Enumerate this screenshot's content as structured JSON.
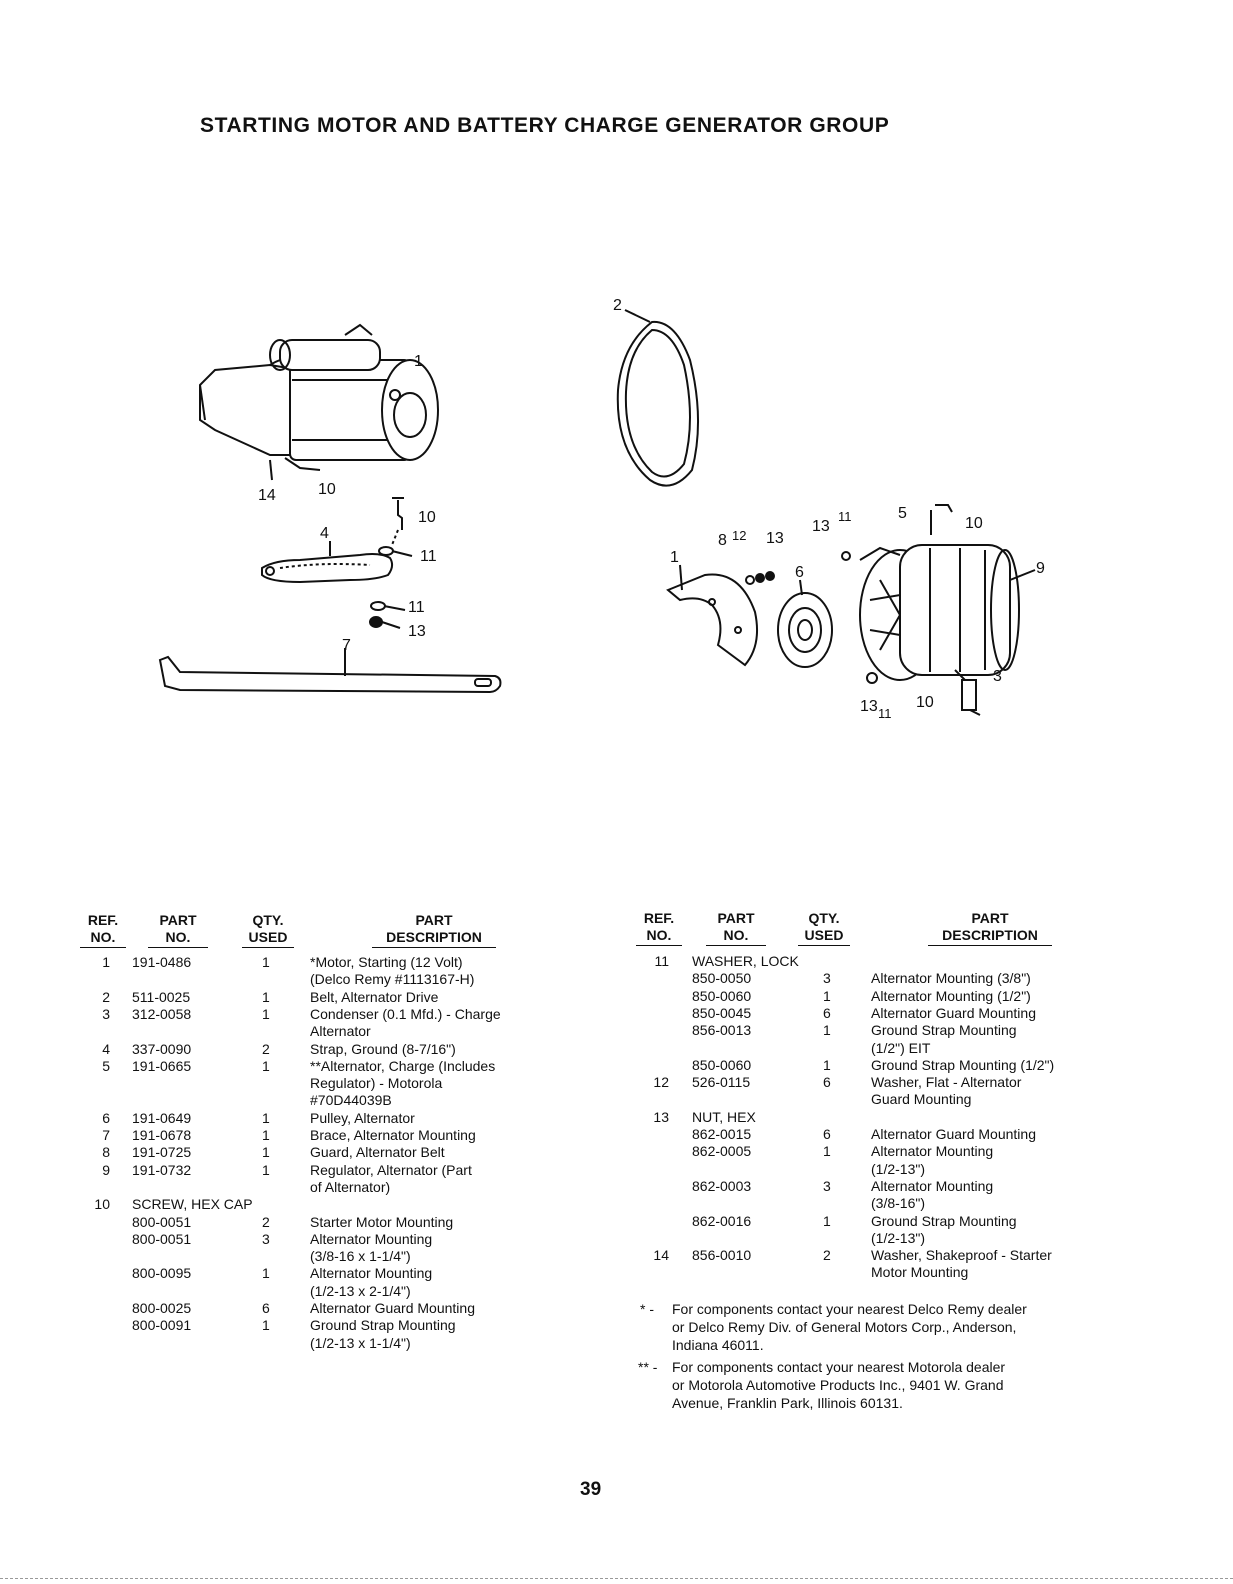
{
  "title": "STARTING MOTOR AND BATTERY CHARGE GENERATOR GROUP",
  "page_number": "39",
  "figure": {
    "callouts_left": [
      "1",
      "14",
      "10",
      "10",
      "4",
      "11",
      "11",
      "13",
      "7"
    ],
    "callouts_right": [
      "2",
      "8",
      "12",
      "13",
      "13",
      "11",
      "5",
      "10",
      "9",
      "1",
      "6",
      "3",
      "13",
      "11",
      "10"
    ]
  },
  "headers": {
    "ref": [
      "REF.",
      "NO."
    ],
    "part": [
      "PART",
      "NO."
    ],
    "qty": [
      "QTY.",
      "USED"
    ],
    "desc": [
      "PART",
      "DESCRIPTION"
    ]
  },
  "left_rows": [
    {
      "ref": "1",
      "part": "191-0486",
      "qty": "1",
      "desc": "*Motor, Starting (12 Volt)"
    },
    {
      "ref": "",
      "part": "",
      "qty": "",
      "desc": "   (Delco Remy #1113167-H)"
    },
    {
      "ref": "2",
      "part": "511-0025",
      "qty": "1",
      "desc": "Belt, Alternator Drive"
    },
    {
      "ref": "3",
      "part": "312-0058",
      "qty": "1",
      "desc": "Condenser (0.1 Mfd.) - Charge"
    },
    {
      "ref": "",
      "part": "",
      "qty": "",
      "desc": "   Alternator"
    },
    {
      "ref": "4",
      "part": "337-0090",
      "qty": "2",
      "desc": "Strap, Ground (8-7/16\")"
    },
    {
      "ref": "5",
      "part": "191-0665",
      "qty": "1",
      "desc": "**Alternator, Charge (Includes"
    },
    {
      "ref": "",
      "part": "",
      "qty": "",
      "desc": "   Regulator) - Motorola"
    },
    {
      "ref": "",
      "part": "",
      "qty": "",
      "desc": "   #70D44039B"
    },
    {
      "ref": "6",
      "part": "191-0649",
      "qty": "1",
      "desc": "Pulley, Alternator"
    },
    {
      "ref": "7",
      "part": "191-0678",
      "qty": "1",
      "desc": "Brace, Alternator Mounting"
    },
    {
      "ref": "8",
      "part": "191-0725",
      "qty": "1",
      "desc": "Guard, Alternator Belt"
    },
    {
      "ref": "9",
      "part": "191-0732",
      "qty": "1",
      "desc": "Regulator, Alternator (Part"
    },
    {
      "ref": "",
      "part": "",
      "qty": "",
      "desc": "   of Alternator)"
    },
    {
      "ref": "10",
      "part": "SCREW, HEX CAP",
      "qty": "",
      "desc": ""
    },
    {
      "ref": "",
      "part": "800-0051",
      "qty": "2",
      "desc": "Starter Motor Mounting"
    },
    {
      "ref": "",
      "part": "800-0051",
      "qty": "3",
      "desc": "Alternator Mounting"
    },
    {
      "ref": "",
      "part": "",
      "qty": "",
      "desc": "   (3/8-16 x 1-1/4\")"
    },
    {
      "ref": "",
      "part": "800-0095",
      "qty": "1",
      "desc": "Alternator Mounting"
    },
    {
      "ref": "",
      "part": "",
      "qty": "",
      "desc": "   (1/2-13 x 2-1/4\")"
    },
    {
      "ref": "",
      "part": "800-0025",
      "qty": "6",
      "desc": "Alternator Guard Mounting"
    },
    {
      "ref": "",
      "part": "800-0091",
      "qty": "1",
      "desc": "Ground Strap Mounting"
    },
    {
      "ref": "",
      "part": "",
      "qty": "",
      "desc": "   (1/2-13 x 1-1/4\")"
    }
  ],
  "right_rows": [
    {
      "ref": "11",
      "part": "WASHER, LOCK",
      "qty": "",
      "desc": ""
    },
    {
      "ref": "",
      "part": "850-0050",
      "qty": "3",
      "desc": "Alternator Mounting (3/8\")"
    },
    {
      "ref": "",
      "part": "850-0060",
      "qty": "1",
      "desc": "Alternator Mounting (1/2\")"
    },
    {
      "ref": "",
      "part": "850-0045",
      "qty": "6",
      "desc": "Alternator Guard Mounting"
    },
    {
      "ref": "",
      "part": "856-0013",
      "qty": "1",
      "desc": "Ground Strap Mounting"
    },
    {
      "ref": "",
      "part": "",
      "qty": "",
      "desc": "   (1/2\") EIT"
    },
    {
      "ref": "",
      "part": "850-0060",
      "qty": "1",
      "desc": "Ground Strap Mounting (1/2\")"
    },
    {
      "ref": "12",
      "part": "526-0115",
      "qty": "6",
      "desc": "Washer, Flat - Alternator"
    },
    {
      "ref": "",
      "part": "",
      "qty": "",
      "desc": "   Guard Mounting"
    },
    {
      "ref": "13",
      "part": "NUT, HEX",
      "qty": "",
      "desc": ""
    },
    {
      "ref": "",
      "part": "862-0015",
      "qty": "6",
      "desc": "Alternator Guard Mounting"
    },
    {
      "ref": "",
      "part": "862-0005",
      "qty": "1",
      "desc": "Alternator Mounting"
    },
    {
      "ref": "",
      "part": "",
      "qty": "",
      "desc": "   (1/2-13\")"
    },
    {
      "ref": "",
      "part": "862-0003",
      "qty": "3",
      "desc": "Alternator Mounting"
    },
    {
      "ref": "",
      "part": "",
      "qty": "",
      "desc": "   (3/8-16\")"
    },
    {
      "ref": "",
      "part": "862-0016",
      "qty": "1",
      "desc": "Ground Strap Mounting"
    },
    {
      "ref": "",
      "part": "",
      "qty": "",
      "desc": "   (1/2-13\")"
    },
    {
      "ref": "14",
      "part": "856-0010",
      "qty": "2",
      "desc": "Washer, Shakeproof - Starter"
    },
    {
      "ref": "",
      "part": "",
      "qty": "",
      "desc": "   Motor Mounting"
    }
  ],
  "notes": [
    {
      "mark": "* -",
      "lines": [
        "For components contact your nearest Delco Remy dealer",
        "or Delco Remy Div. of General Motors Corp., Anderson,",
        "Indiana 46011."
      ]
    },
    {
      "mark": "** -",
      "lines": [
        "For components contact your nearest Motorola dealer",
        "or Motorola Automotive Products Inc., 9401 W. Grand",
        "Avenue, Franklin Park, Illinois 60131."
      ]
    }
  ]
}
